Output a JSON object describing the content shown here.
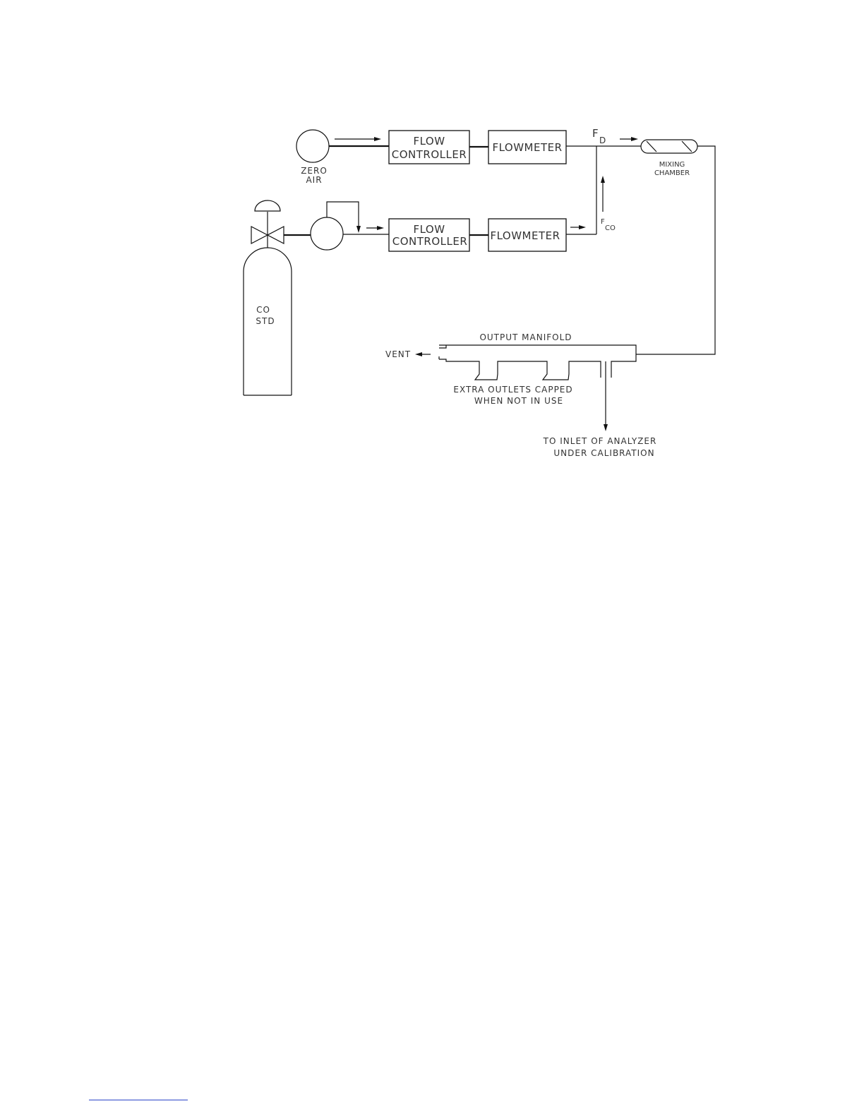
{
  "nodes": {
    "zero_air": {
      "line1": "ZERO",
      "line2": "AIR"
    },
    "co_std": {
      "line1": "CO",
      "line2": "STD"
    },
    "flow_controller_top": {
      "line1": "FLOW",
      "line2": "CONTROLLER"
    },
    "flowmeter_top": {
      "label": "FLOWMETER"
    },
    "flow_controller_bottom": {
      "line1": "FLOW",
      "line2": "CONTROLLER"
    },
    "flowmeter_bottom": {
      "label": "FLOWMETER"
    },
    "mixing_chamber": {
      "line1": "MIXING",
      "line2": "CHAMBER"
    },
    "output_manifold": {
      "label": "OUTPUT  MANIFOLD"
    },
    "vent": {
      "label": "VENT"
    },
    "extra_outlets": {
      "line1": "EXTRA  OUTLETS  CAPPED",
      "line2": "WHEN  NOT  IN  USE"
    },
    "analyzer_inlet": {
      "line1": "TO  INLET  OF  ANALYZER",
      "line2": "UNDER  CALIBRATION"
    }
  },
  "flow_labels": {
    "fd": {
      "main": "F",
      "sub": "D"
    },
    "fco": {
      "main": "F",
      "sub": "CO"
    }
  },
  "edges": [
    {
      "from": "ZERO AIR",
      "to": "FLOW CONTROLLER"
    },
    {
      "from": "FLOW CONTROLLER",
      "to": "FLOWMETER"
    },
    {
      "from": "FLOWMETER",
      "to": "MIXING CHAMBER"
    },
    {
      "from": "CO STD",
      "to": "FLOW CONTROLLER"
    },
    {
      "from": "FLOW CONTROLLER",
      "to": "FLOWMETER"
    },
    {
      "from": "FLOWMETER",
      "to": "MIXING CHAMBER"
    },
    {
      "from": "MIXING CHAMBER",
      "to": "OUTPUT MANIFOLD"
    },
    {
      "from": "OUTPUT MANIFOLD",
      "to": "VENT"
    },
    {
      "from": "OUTPUT MANIFOLD",
      "to": "TO INLET OF ANALYZER UNDER CALIBRATION"
    }
  ],
  "colors": {
    "line": "#111111",
    "text": "#333333",
    "footnote_rule": "#2a44c8"
  }
}
